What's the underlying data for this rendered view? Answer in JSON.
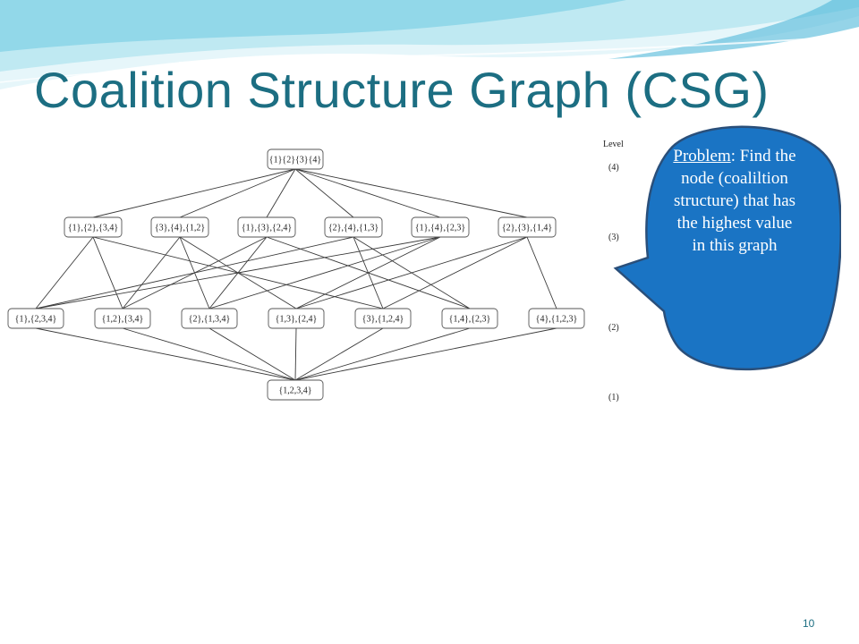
{
  "title": "Coalition Structure Graph (CSG)",
  "graph": {
    "level_header": "Level",
    "levels": [
      "(4)",
      "(3)",
      "(2)",
      "(1)"
    ],
    "level4": [
      "{1}{2}{3}{4}"
    ],
    "level3": [
      "{1},{2},{3,4}",
      "{3},{4},{1,2}",
      "{1},{3},{2,4}",
      "{2},{4},{1,3}",
      "{1},{4},{2,3}",
      "{2},{3},{1,4}"
    ],
    "level2": [
      "{1},{2,3,4}",
      "{1,2},{3,4}",
      "{2},{1,3,4}",
      "{1,3},{2,4}",
      "{3},{1,2,4}",
      "{1,4},{2,3}",
      "{4},{1,2,3}"
    ],
    "level1": [
      "{1,2,3,4}"
    ]
  },
  "callout": {
    "heading": "Problem",
    "heading_suffix": ":",
    "body": "Find the node (coaliltion structure) that has the highest value in this graph"
  },
  "page_number": "10",
  "colors": {
    "title": "#1c6e82",
    "callout_fill": "#1a74c4",
    "callout_stroke": "#2a4f7a",
    "wave_light": "#bfe9f2",
    "wave_mid": "#7fd0e6"
  }
}
